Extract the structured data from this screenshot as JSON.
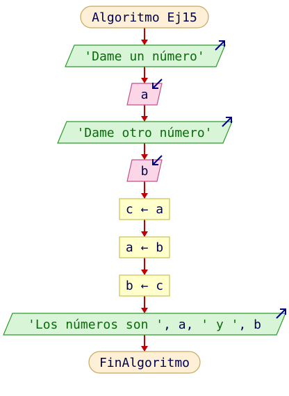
{
  "flowchart": {
    "start_label": "Algoritmo Ej15",
    "output_1": "'Dame un número'",
    "input_1": "a",
    "output_2": "'Dame otro número'",
    "input_2": "b",
    "assign_1": "c ← a",
    "assign_2": "a ← b",
    "assign_3": "b ← c",
    "output_3": {
      "part_1": "'Los números son '",
      "sep_1": ", a, ",
      "part_2": "' y '",
      "sep_2": ", b"
    },
    "end_label": "FinAlgoritmo"
  },
  "colors": {
    "terminal_fill": "#fdf0d6",
    "terminal_stroke": "#c8a860",
    "output_fill": "#d8f5d8",
    "output_stroke": "#2a9a2a",
    "input_fill": "#fbd6e6",
    "input_stroke": "#c0508a",
    "process_fill": "#ffffcc",
    "process_stroke": "#c8c050",
    "connector": "#c00000",
    "io_arrow": "#000080",
    "text_default": "#000050",
    "text_string": "#0a6a0a"
  }
}
